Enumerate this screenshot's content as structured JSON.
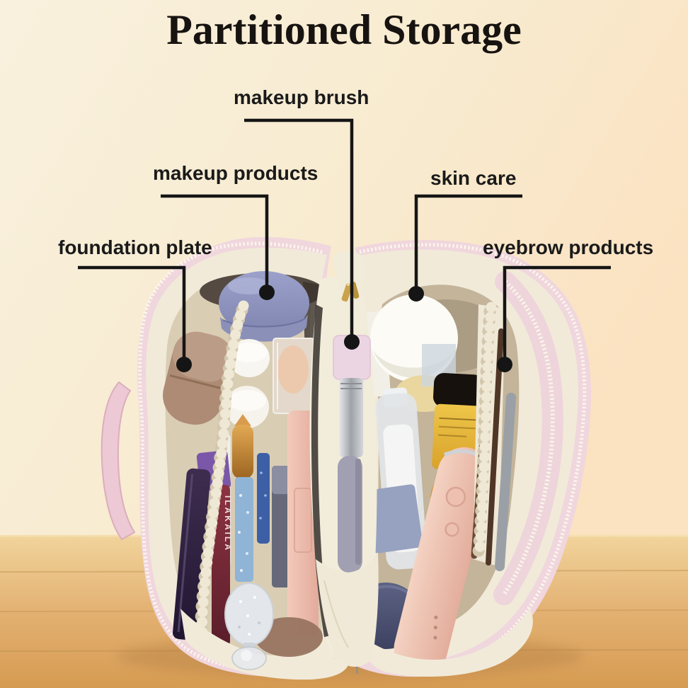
{
  "title": "Partitioned Storage",
  "callouts": [
    {
      "id": "makeup-brush",
      "label": "makeup brush"
    },
    {
      "id": "makeup-products",
      "label": "makeup products"
    },
    {
      "id": "skin-care",
      "label": "skin care"
    },
    {
      "id": "foundation-plate",
      "label": "foundation plate"
    },
    {
      "id": "eyebrow-products",
      "label": "eyebrow products"
    }
  ],
  "product_text": {
    "lip_tube_brand": "ILAKAILA"
  },
  "colors": {
    "background_top": "#f9f1de",
    "background_peach": "#fbe2c1",
    "wood_light": "#f1d49c",
    "wood_dark": "#d69b52",
    "bag_pink": "#f0d6dd",
    "lining_cream": "#f1ead9",
    "leader_line": "#151515",
    "title_text": "#171310",
    "label_text": "#1a1a1a"
  }
}
